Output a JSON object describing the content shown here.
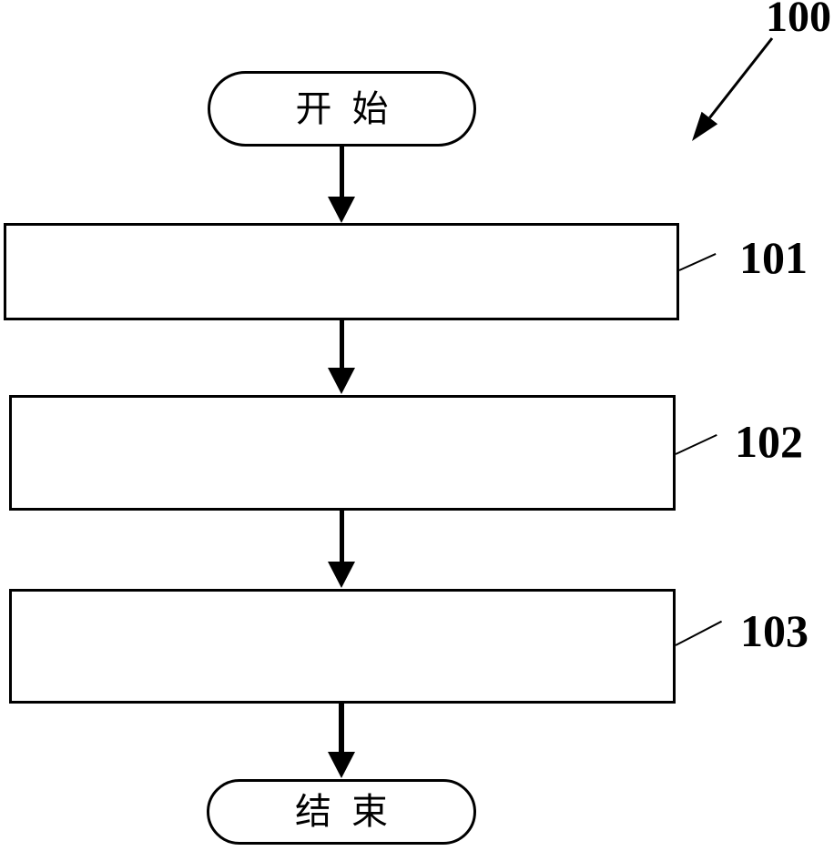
{
  "figure": {
    "reference_label": "100",
    "start_label": "开始",
    "end_label": "结束",
    "steps": [
      {
        "ref": "101"
      },
      {
        "ref": "102"
      },
      {
        "ref": "103"
      }
    ]
  },
  "colors": {
    "line": "#000000",
    "background": "#ffffff"
  }
}
